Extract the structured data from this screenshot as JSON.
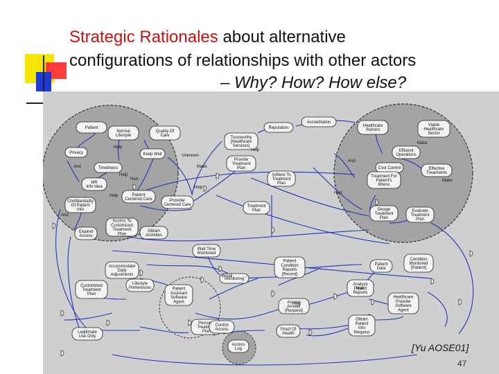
{
  "title": {
    "line1_highlight": "Strategic Rationales",
    "line1_rest": " about alternative",
    "line2": "configurations of relationships with other actors",
    "line3": "– Why? How? How else?"
  },
  "citation": "[Yu AOSE01]",
  "page_number": "47",
  "colors": {
    "highlight": "#cc1111",
    "link": "#2233bb",
    "node_fill": "#f3f3f3",
    "boundary": "#333333"
  },
  "diagram": {
    "nodes": {
      "patient": "Patient",
      "normal_lifestyle": [
        "Normal",
        "Lifestyle"
      ],
      "quality_of_care": [
        "Quality Of",
        "Care"
      ],
      "privacy": "Privacy",
      "keep_well": "Keep Well",
      "timeliness": "Timeliness",
      "mr_info_idea": [
        "MR",
        "Info Idea"
      ],
      "confidential": [
        "Confidentiality",
        "Of Patient",
        "Info"
      ],
      "patient_centered_care": [
        "Patient",
        "Centered Care"
      ],
      "provider_centered_care": [
        "Provider",
        "Centered Care"
      ],
      "expand_access": [
        "Expand",
        "Access"
      ],
      "access_treatment": [
        "Access To",
        "Customized",
        "Treatment",
        "Plan"
      ],
      "obtain_activities": [
        "Obtain",
        "Activities"
      ],
      "trustworthy": [
        "Trustworthy",
        "[Healthcare",
        "Services]"
      ],
      "provide_treatment": [
        "Provide",
        "Treatment",
        "Plan"
      ],
      "adhere_treatment": [
        "Adhere To",
        "Treatment",
        "Plan"
      ],
      "reputation": "Reputation",
      "accreditation": "Accreditation",
      "healthcare_reform": [
        "Healthcare",
        "Reform"
      ],
      "viable_healthcare": [
        "Viable",
        "Healthcare",
        "Sector"
      ],
      "efficient_operations": [
        "Efficient",
        "Operations"
      ],
      "cost_control": "Cost Control",
      "effective_treatments": [
        "Effective",
        "Treatments"
      ],
      "treatment_for_illness": [
        "Treatment For",
        "Patient's",
        "Illness"
      ],
      "treatment_plan": [
        "Treatment",
        "Plan"
      ],
      "design_treatment_plan": [
        "Design",
        "Treatment",
        "Plan"
      ],
      "evaluate_treatment_plan": [
        "Evaluate",
        "Treatment",
        "Plan"
      ],
      "wire_time": [
        "Wait Time",
        "Monitored"
      ],
      "accommodate_daily": [
        "Accommodate",
        "Daily",
        "Adjustments"
      ],
      "customized_treatment": [
        "Customized",
        "Treatment",
        "Plan"
      ],
      "lifestyle_preferences": [
        "Lifestyle",
        "Preferences"
      ],
      "patient_assistant": [
        "Patient",
        "Assistant",
        "Software",
        "Agent"
      ],
      "personal_treatment": [
        "Personal",
        "Treatment",
        "Plan"
      ],
      "patient_condition": [
        "Patient",
        "Condition",
        "Reports",
        "[Recent]"
      ],
      "monitoring": "Monitoring",
      "patient_data": [
        "Patient",
        "Data"
      ],
      "condition_monitored": [
        "Condition",
        "Monitored",
        "[Patient]"
      ],
      "analyze_reports": [
        "Analyze",
        "Patient",
        "Reports"
      ],
      "healthcare_agent": [
        "Healthcare",
        "Provider",
        "Software",
        "Agent"
      ],
      "access_answer": [
        "Access",
        "Answer",
        "[Request]"
      ],
      "proof_of_health": [
        "Proof Of",
        "Health"
      ],
      "obtain_data": [
        "Obtain",
        "Patient",
        "Info",
        "Request"
      ],
      "legitimate_use": [
        "Legitimate",
        "Use Only"
      ],
      "control_access": [
        "Control",
        "Access"
      ],
      "access_log": [
        "Access",
        "Log"
      ]
    },
    "link_labels": {
      "help1": "Help",
      "help2": "Help",
      "help3": "Help",
      "help4": "Help",
      "help5": "Help",
      "help6": "Help",
      "and1": "And",
      "and2": "And",
      "and3": "And",
      "make1": "Make",
      "make2": "Make",
      "make3": "Make",
      "hurt1": "Hurt",
      "hurt2": "Hurt",
      "hurt3": "Hurt",
      "unknown1": "Unknown",
      "break1": "Break"
    }
  }
}
